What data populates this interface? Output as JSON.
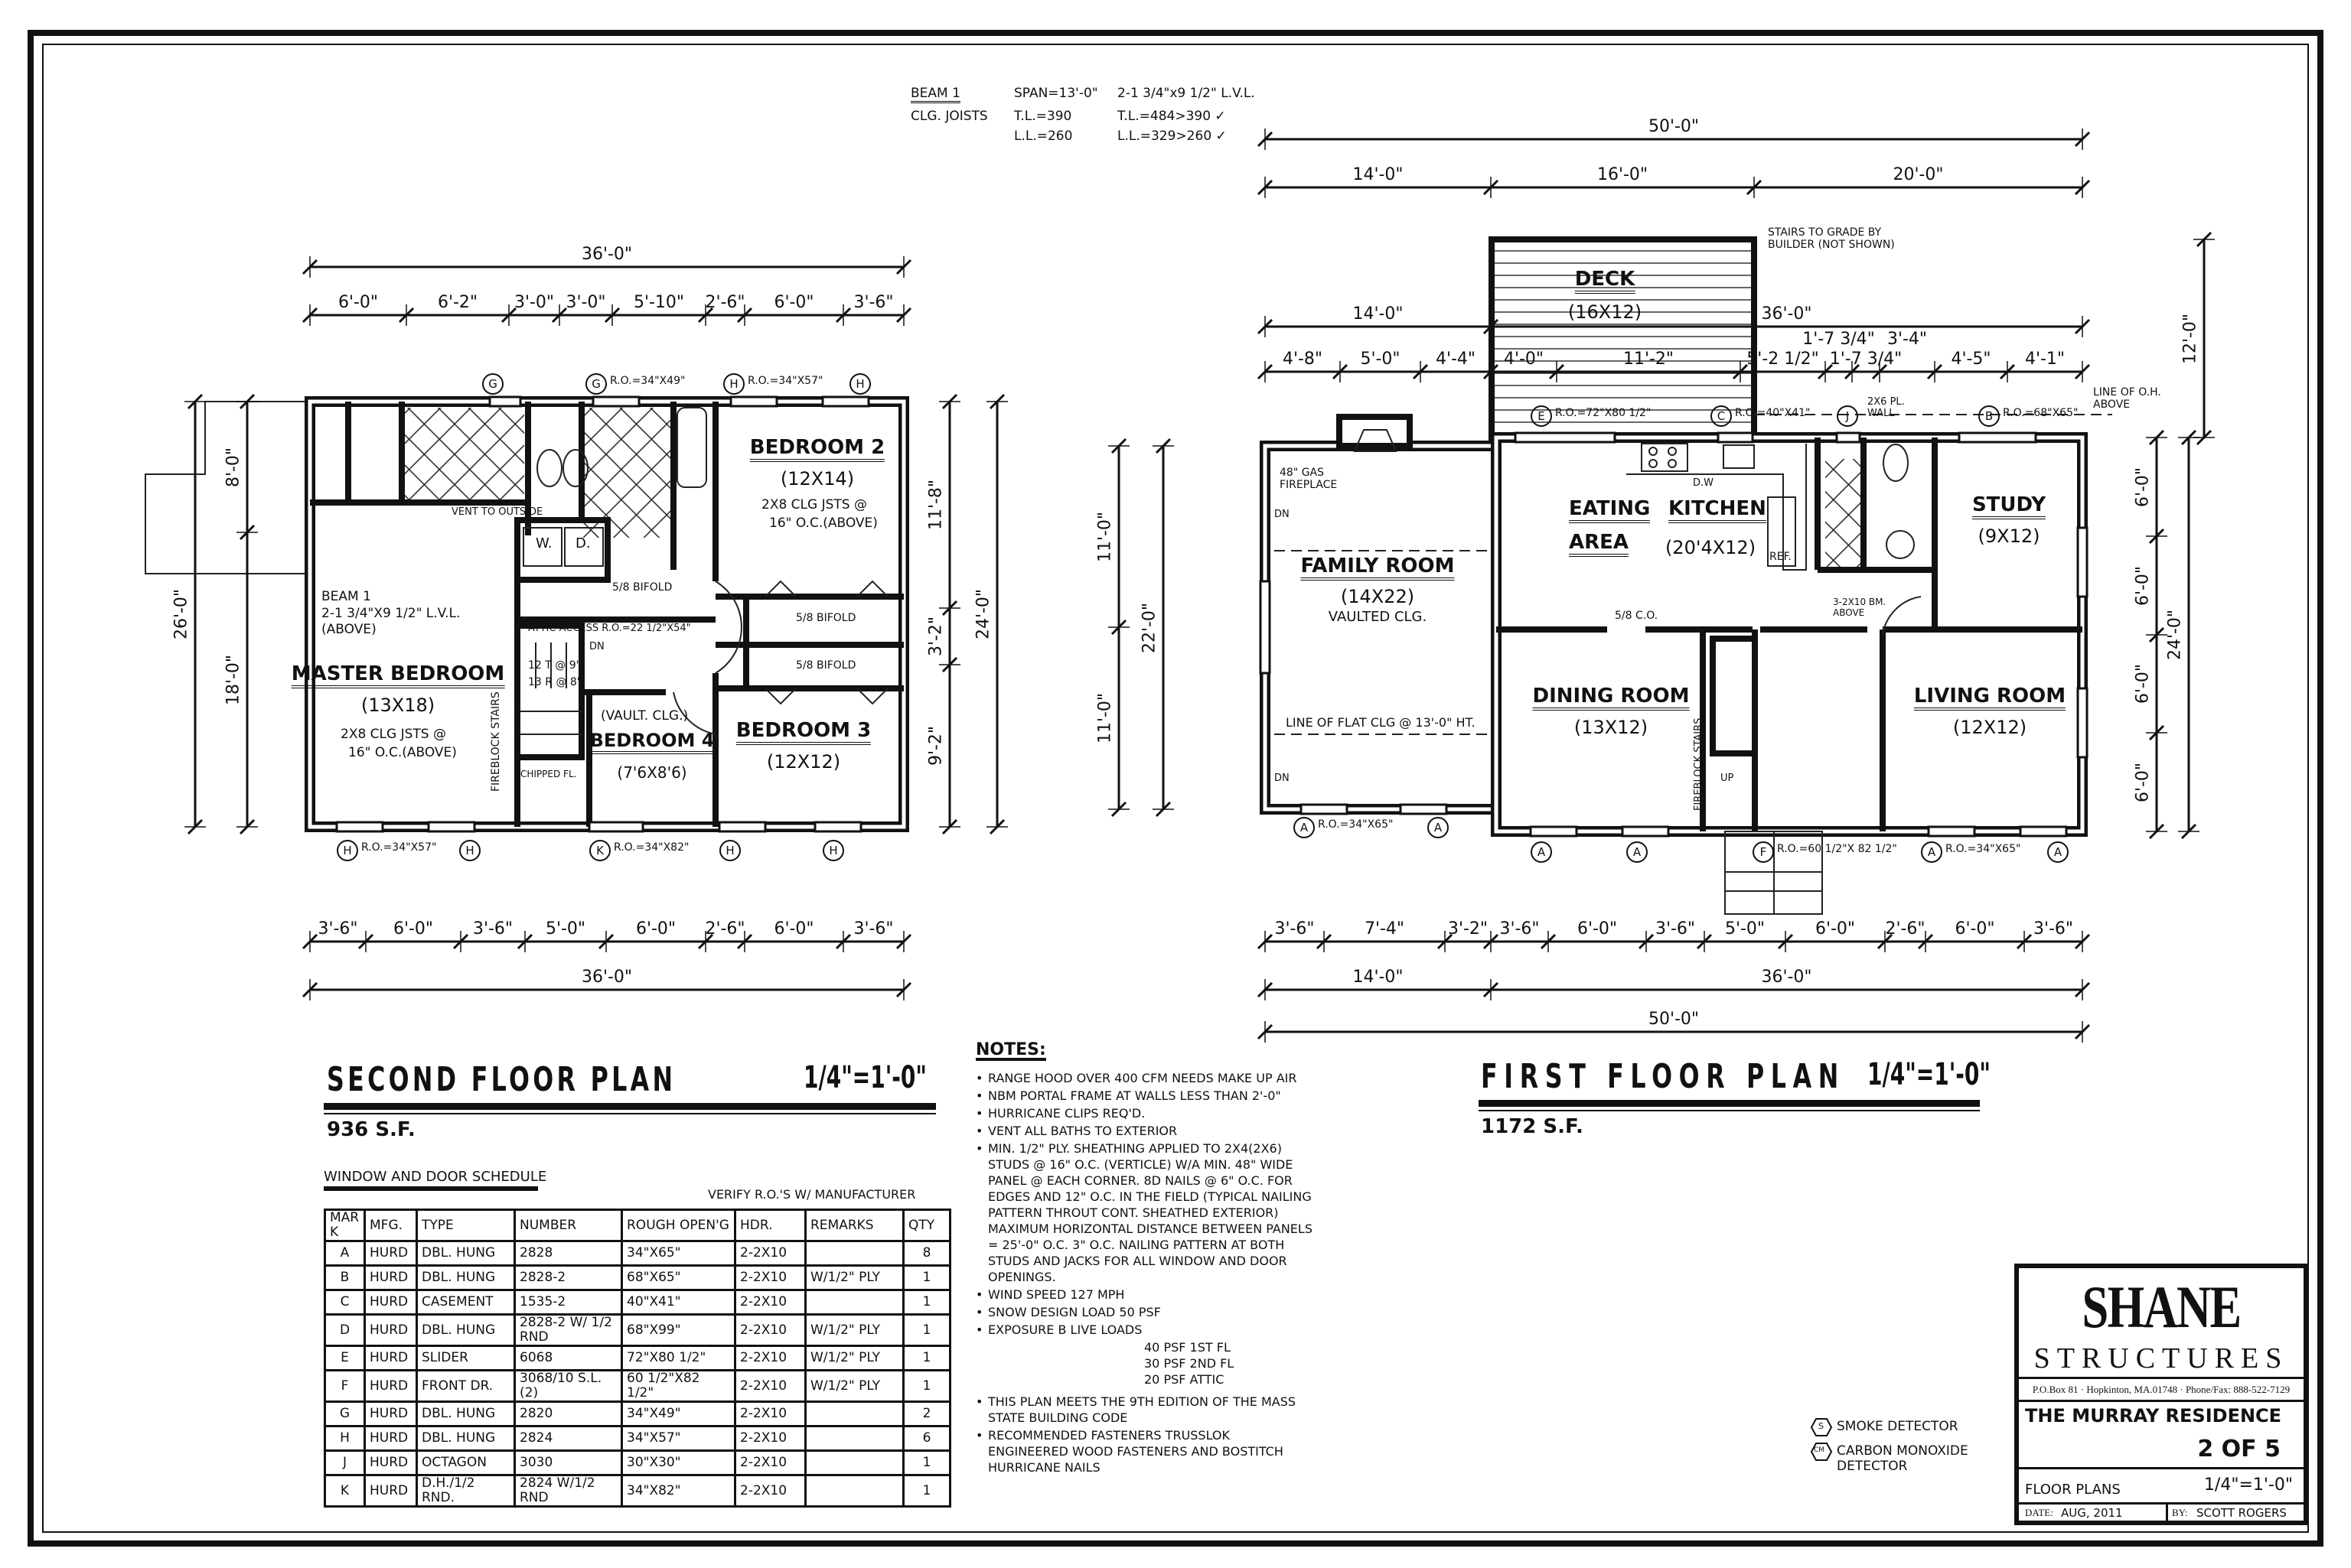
{
  "beam_note": {
    "title": "BEAM 1",
    "span": "SPAN=13'-0\"",
    "member": "2-1 3/4\"x9 1/2\" L.V.L.",
    "label": "CLG. JOISTS",
    "tl": "T.L.=390",
    "tl_check": "T.L.=484>390 ✓",
    "ll": "L.L.=260",
    "ll_check": "L.L.=329>260 ✓"
  },
  "second_floor": {
    "title": "SECOND FLOOR PLAN",
    "scale": "1/4\"=1'-0\"",
    "area": "936 S.F.",
    "rooms": [
      {
        "name": "BEDROOM 2",
        "size": "(12x14)"
      },
      {
        "name": "MASTER BEDROOM",
        "size": "(13x18)"
      },
      {
        "name": "BEDROOM 3",
        "size": "(12x12)"
      },
      {
        "name": "BEDROOM 4",
        "size": "(7'6x8'6)",
        "note": "(VAULT. CLG.)"
      }
    ],
    "annotations": {
      "joists_1": "2x8 CLG JSTS @",
      "joists_2": "16\" O.C.(ABOVE)",
      "beam_1": "BEAM 1",
      "beam_2": "2-1 3/4\"x9 1/2\" L.V.L. (ABOVE)",
      "vent": "VENT TO OUTSIDE",
      "washer": "W.",
      "dryer": "D.",
      "bifold": "5/8 BIFOLD",
      "attic": "ATTIC ACCESS R.O.=22 1/2\"x54\"",
      "fireblock": "FIREBLOCK STAIRS",
      "treads": "12 T @ 9\"",
      "risers": "13 R @ 8\"",
      "chipped": "CHIPPED FL.",
      "dn": "DN"
    },
    "window_tags": [
      {
        "mark": "G",
        "ro": ""
      },
      {
        "mark": "G",
        "ro": "R.O.=34\"x49\""
      },
      {
        "mark": "H",
        "ro": "R.O.=34\"x57\""
      },
      {
        "mark": "H",
        "ro": ""
      },
      {
        "mark": "H",
        "ro": "R.O.=34\"x57\""
      },
      {
        "mark": "H",
        "ro": ""
      },
      {
        "mark": "K",
        "ro": "R.O.=34\"x82\""
      },
      {
        "mark": "H",
        "ro": ""
      },
      {
        "mark": "H",
        "ro": ""
      }
    ],
    "dims": {
      "top_overall": [
        "36'-0\""
      ],
      "top_segments": [
        "6'-0\"",
        "6'-2\"",
        "3'-0\"",
        "3'-0\"",
        "5'-10\"",
        "2'-6\"",
        "6'-0\"",
        "3'-6\""
      ],
      "bottom_segments": [
        "3'-6\"",
        "6'-0\"",
        "3'-6\"",
        "5'-0\"",
        "6'-0\"",
        "2'-6\"",
        "6'-0\"",
        "3'-6\""
      ],
      "bottom_overall": [
        "36'-0\""
      ],
      "left_overall": [
        "26'-0\""
      ],
      "left_segments": [
        "8'-0\"",
        "18'-0\""
      ],
      "right_overall": [
        "24'-0\""
      ],
      "right_segments": [
        "11'-8\"",
        "3'-2\"",
        "9'-2\""
      ]
    }
  },
  "first_floor": {
    "title": "FIRST FLOOR PLAN",
    "scale": "1/4\"=1'-0\"",
    "area": "1172 S.F.",
    "rooms": [
      {
        "name": "DECK",
        "size": "(16x12)"
      },
      {
        "name": "FAMILY ROOM",
        "size": "(14x22)",
        "note": "VAULTED CLG."
      },
      {
        "name": "EATING",
        "name2": "KITCHEN",
        "name3": "AREA",
        "size": "(20'4x12)"
      },
      {
        "name": "STUDY",
        "size": "(9x12)"
      },
      {
        "name": "DINING ROOM",
        "size": "(13x12)"
      },
      {
        "name": "LIVING ROOM",
        "size": "(12x12)"
      }
    ],
    "annotations": {
      "fireplace": "48\" GAS FIREPLACE",
      "flat_clg": "LINE OF FLAT CLG @ 13'-0\" HT.",
      "stairs_grade": "STAIRS TO GRADE BY BUILDER (NOT SHOWN)",
      "overhang": "LINE OF O.H. ABOVE",
      "wall_2x6": "2x6 PL. WALL",
      "ref": "REF.",
      "dw": "D.W",
      "beam": "3-2x10 BM. ABOVE",
      "fireblock": "FIREBLOCK STAIRS",
      "co_598": "5/8 C.O.",
      "dn": "DN",
      "up": "UP"
    },
    "window_tags": [
      {
        "mark": "E",
        "ro": "R.O.=72\"x80 1/2\""
      },
      {
        "mark": "C",
        "ro": "R.O.=40\"x41\""
      },
      {
        "mark": "J",
        "ro": ""
      },
      {
        "mark": "B",
        "ro": "R.O.=68\"x65\""
      },
      {
        "mark": "A",
        "ro": "R.O.=34\"x65\""
      },
      {
        "mark": "A",
        "ro": ""
      },
      {
        "mark": "A",
        "ro": ""
      },
      {
        "mark": "A",
        "ro": ""
      },
      {
        "mark": "F",
        "ro": "R.O.=60 1/2\"x 82 1/2\""
      },
      {
        "mark": "A",
        "ro": "R.O.=34\"x65\""
      },
      {
        "mark": "A",
        "ro": ""
      }
    ],
    "dims": {
      "top_overall": [
        "50'-0\""
      ],
      "top_major": [
        "14'-0\"",
        "16'-0\"",
        "20'-0\""
      ],
      "top_mid": [
        "14'-0\"",
        "36'-0\""
      ],
      "top_segments": [
        "4'-8\"",
        "5'-0\"",
        "4'-4\"",
        "4'-0\"",
        "11'-2\"",
        "5'-2 1/2\"",
        "1'-7 3/4\"",
        "1'-7 3/4\"",
        "3'-4\"",
        "4'-5\"",
        "4'-1\""
      ],
      "bottom_segments": [
        "3'-6\"",
        "7'-4\"",
        "3'-2\"",
        "3'-6\"",
        "6'-0\"",
        "3'-6\"",
        "5'-0\"",
        "6'-0\"",
        "2'-6\"",
        "6'-0\"",
        "3'-6\""
      ],
      "bottom_mid": [
        "14'-0\"",
        "36'-0\""
      ],
      "bottom_overall": [
        "50'-0\""
      ],
      "left_overall": [
        "22'-0\""
      ],
      "left_segments": [
        "11'-0\"",
        "11'-0\""
      ],
      "right_overall": [
        "24'-0\""
      ],
      "right_segments": [
        "6'-0\"",
        "6'-0\"",
        "6'-0\"",
        "6'-0\""
      ],
      "deck_depth": [
        "12'-0\""
      ]
    }
  },
  "schedule": {
    "title": "WINDOW AND DOOR SCHEDULE",
    "note": "VERIFY R.O.'S W/ MANUFACTURER",
    "headers": [
      "MARK",
      "MFG.",
      "TYPE",
      "NUMBER",
      "ROUGH OPEN'G",
      "HDR.",
      "REMARKS",
      "QTY"
    ],
    "rows": [
      [
        "A",
        "HURD",
        "DBL. HUNG",
        "2828",
        "34\"x65\"",
        "2-2x10",
        "",
        "8"
      ],
      [
        "B",
        "HURD",
        "DBL. HUNG",
        "2828-2",
        "68\"x65\"",
        "2-2x10",
        "W/1/2\" PLY",
        "1"
      ],
      [
        "C",
        "HURD",
        "CASEMENT",
        "1535-2",
        "40\"x41\"",
        "2-2x10",
        "",
        "1"
      ],
      [
        "D",
        "HURD",
        "DBL. HUNG",
        "2828-2 W/ 1/2 RND",
        "68\"x99\"",
        "2-2x10",
        "W/1/2\" PLY",
        "1"
      ],
      [
        "E",
        "HURD",
        "SLIDER",
        "6068",
        "72\"x80 1/2\"",
        "2-2x10",
        "W/1/2\" PLY",
        "1"
      ],
      [
        "F",
        "HURD",
        "FRONT DR.",
        "3068/10 S.L.(2)",
        "60 1/2\"x82 1/2\"",
        "2-2x10",
        "W/1/2\" PLY",
        "1"
      ],
      [
        "G",
        "HURD",
        "DBL. HUNG",
        "2820",
        "34\"x49\"",
        "2-2x10",
        "",
        "2"
      ],
      [
        "H",
        "HURD",
        "DBL. HUNG",
        "2824",
        "34\"x57\"",
        "2-2x10",
        "",
        "6"
      ],
      [
        "J",
        "HURD",
        "OCTAGON",
        "3030",
        "30\"x30\"",
        "2-2x10",
        "",
        "1"
      ],
      [
        "K",
        "HURD",
        "D.H./1/2 RND.",
        "2824 W/1/2 RND",
        "34\"x82\"",
        "2-2x10",
        "",
        "1"
      ]
    ]
  },
  "notes": {
    "title": "NOTES:",
    "items": [
      "RANGE HOOD OVER 400 CFM NEEDS MAKE UP AIR",
      "NBM PORTAL FRAME AT WALLS LESS THAN 2'-0\"",
      "HURRICANE CLIPS REQ'D.",
      "VENT ALL BATHS TO EXTERIOR",
      "MIN. 1/2\" PLY. SHEATHING APPLIED TO 2x4(2x6) STUDS @ 16\" O.C. (VERTICLE) W/A MIN. 48\" WIDE PANEL @ EACH CORNER. 8d NAILS @ 6\" O.C. FOR EDGES AND 12\" O.C. IN THE FIELD (TYPICAL NAILING PATTERN THROUT CONT. SHEATHED EXTERIOR) MAXIMUM HORIZONTAL DISTANCE BETWEEN PANELS = 25'-0\" O.C. 3\" O.C. NAILING PATTERN AT BOTH STUDS AND JACKS FOR ALL WINDOW AND DOOR OPENINGS.",
      "WIND SPEED   127 MPH",
      "SNOW DESIGN LOAD   50 PSF",
      "EXPOSURE B   LIVE LOADS"
    ],
    "live_loads": [
      "40 PSF 1ST FL",
      "30 PSF 2ND FL",
      "20 PSF ATTIC"
    ],
    "items_after": [
      "THIS PLAN MEETS THE 9TH EDITION OF THE MASS STATE BUILDING CODE",
      "RECOMMENDED FASTENERS TRUSSLOK ENGINEERED WOOD FASTENERS AND BOSTITCH HURRICANE NAILS"
    ]
  },
  "legend": {
    "smoke_symbol": "S",
    "smoke": "SMOKE DETECTOR",
    "co_symbol": "CM",
    "co": "CARBON MONOXIDE DETECTOR"
  },
  "title_block": {
    "logo_top": "SHANE",
    "logo_bottom": "STRUCTURES",
    "address": "P.O.Box 81 · Hopkinton, MA.01748 · Phone/Fax: 888-522-7129",
    "project": "THE MURRAY RESIDENCE",
    "sheet": "2 OF 5",
    "drawing": "FLOOR PLANS",
    "scale": "1/4\"=1'-0\"",
    "date_label": "DATE:",
    "date": "AUG, 2011",
    "by_label": "BY:",
    "by": "SCOTT ROGERS"
  }
}
